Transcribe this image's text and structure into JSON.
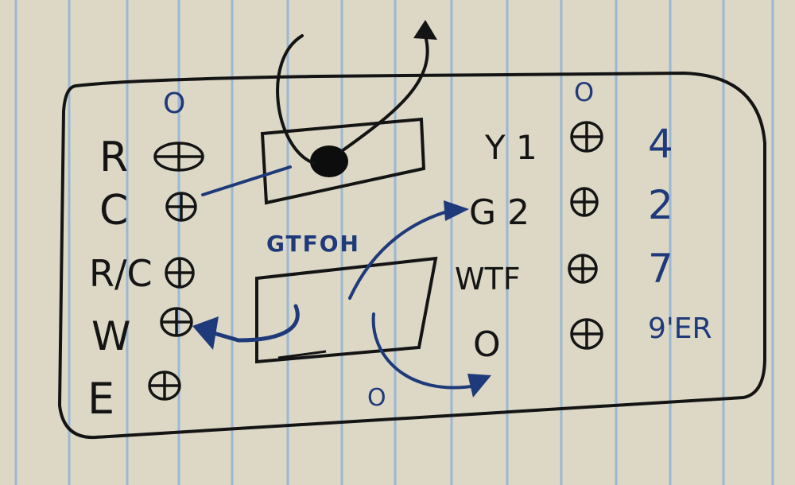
{
  "paper": {
    "colors": {
      "paper": "#ddd8c6",
      "rule_line": "#8fb3d6",
      "black_ink": "#141414",
      "blue_ink": "#1f3a7a"
    }
  },
  "labels": {
    "defense_left": [
      "R",
      "C",
      "R/C",
      "W",
      "E"
    ],
    "defense_right": [
      "Y 1",
      "G 2",
      "WTF",
      "O"
    ],
    "numbers_right": [
      "4",
      "2",
      "7",
      "9'ER"
    ],
    "center_text": "GTFOH",
    "o_top_left": "O",
    "o_top_right": "O",
    "o_bottom": "O"
  },
  "symbols": {
    "player_icon": "crossed-circle-icon",
    "ball_icon": "filled-circle-icon"
  }
}
